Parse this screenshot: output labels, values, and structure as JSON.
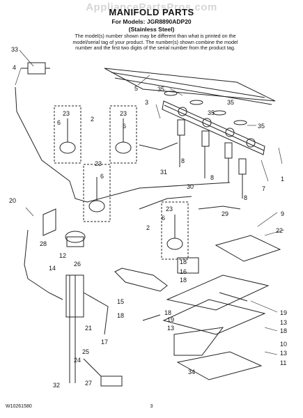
{
  "header": {
    "watermark": "AppliancePartsPros.com",
    "title": "MANIFOLD PARTS",
    "models": "For Models: JGR8890ADP20",
    "finish": "(Stainless Steel)",
    "note_lines": [
      "The model(s) number shown may be different than what is printed on the",
      "model/serial tag of your product. The number(s) shown combine the model",
      "number and the first two digits of the serial number from the product tag."
    ]
  },
  "callouts": {
    "c1": "1",
    "c2a": "2",
    "c2b": "2",
    "c3": "3",
    "c4": "4",
    "c5": "5",
    "c6a": "6",
    "c6b": "6",
    "c6c": "6",
    "c6d": "6",
    "c7": "7",
    "c8a": "8",
    "c8b": "8",
    "c8c": "8",
    "c9": "9",
    "c10": "10",
    "c11": "11",
    "c12": "12",
    "c13a": "13",
    "c13b": "13",
    "c13c": "13",
    "c14": "14",
    "c15": "15",
    "c16": "16",
    "c17": "17",
    "c18a": "18",
    "c18b": "18",
    "c18c": "18",
    "c18d": "18",
    "c18e": "18",
    "c19a": "19",
    "c19b": "19",
    "c20": "20",
    "c21": "21",
    "c22": "22",
    "c23a": "23",
    "c23b": "23",
    "c23c": "23",
    "c23d": "23",
    "c24": "24",
    "c25": "25",
    "c26": "26",
    "c27": "27",
    "c28": "28",
    "c29": "29",
    "c30": "30",
    "c31": "31",
    "c32": "32",
    "c33": "33",
    "c34": "34",
    "c35a": "35",
    "c35b": "35",
    "c35c": "35",
    "c35d": "35"
  },
  "footer": {
    "code": "W10261580",
    "page": "3"
  }
}
